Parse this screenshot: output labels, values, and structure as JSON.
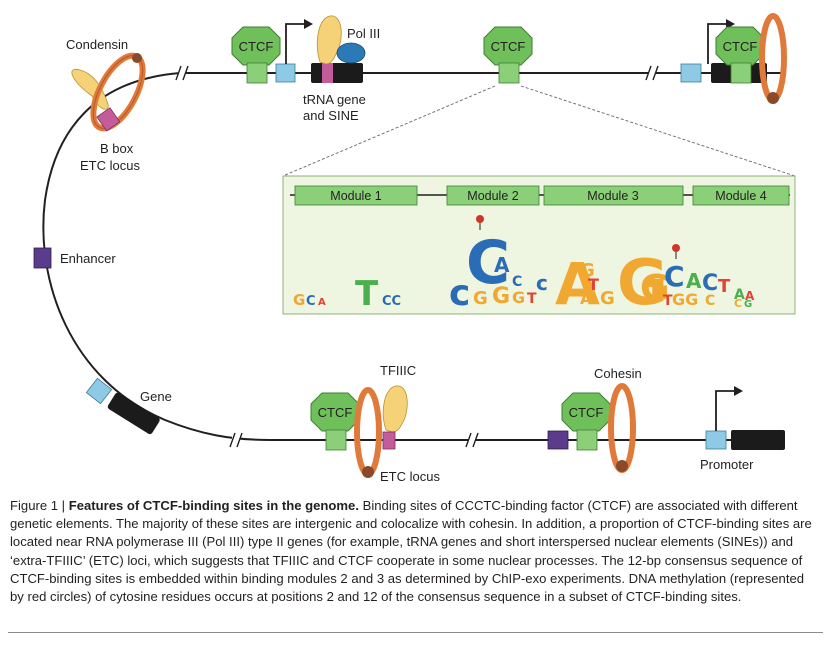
{
  "labels": {
    "condensin": "Condensin",
    "b_box": "B box",
    "etc_locus_left": "ETC locus",
    "enhancer": "Enhancer",
    "gene": "Gene",
    "pol3": "Pol III",
    "trna_line1": "tRNA gene",
    "trna_line2": "and SINE",
    "tfiiic": "TFIIIC",
    "etc_locus_bottom": "ETC locus",
    "cohesin": "Cohesin",
    "promoter": "Promoter",
    "ctcf": "CTCF"
  },
  "modules": [
    "Module 1",
    "Module 2",
    "Module 3",
    "Module 4"
  ],
  "logo": {
    "colors": {
      "A": "#4cae4c",
      "C": "#2a6cb5",
      "G": "#f0a830",
      "T": "#e34234"
    },
    "methylated_positions": [
      2,
      12
    ]
  },
  "colors": {
    "ctcf_fill": "#6fbf5a",
    "module_fill": "#8ccf79",
    "cohesin_ring": "#e07a3a",
    "tfiiic": "#f5d278",
    "pol3": "#2a7ab8",
    "gene_box": "#1b1b1b",
    "promoter_box": "#8ecae6",
    "b_box": "#c45c9b",
    "enhancer": "#5b3b8c",
    "logo_panel": "#eef5e0",
    "methyl": "#d0352a"
  },
  "caption": {
    "figure_id": "Figure 1 |",
    "title": "Features of CTCF-binding sites in the genome.",
    "body": "Binding sites of CCCTC-binding factor (CTCF) are associated with different genetic elements. The majority of these sites are intergenic and colocalize with cohesin. In addition, a proportion of CTCF-binding sites are located near RNA polymerase III (Pol III) type II genes (for example, tRNA genes and short interspersed nuclear elements (SINEs)) and ‘extra-TFIIIC’ (ETC) loci, which suggests that TFIIIC and CTCF cooperate in some nuclear processes. The 12-bp consensus sequence of CTCF-binding sites is embedded within binding modules 2 and 3 as determined by ChIP-exo experiments. DNA methylation (represented by red circles) of cytosine residues occurs at positions 2 and 12 of the consensus sequence in a subset of CTCF-binding sites."
  }
}
